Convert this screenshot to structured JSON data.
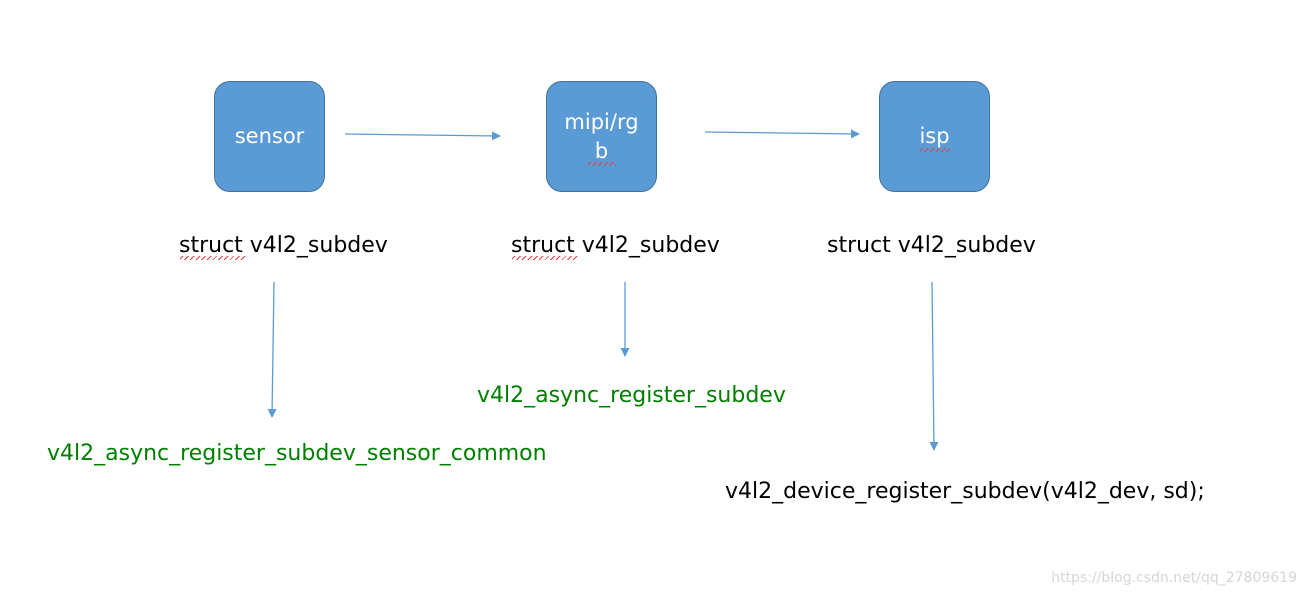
{
  "nodes": [
    {
      "id": "sensor",
      "label": "sensor"
    },
    {
      "id": "mipi",
      "label": "mipi/rgb"
    },
    {
      "id": "isp",
      "label": "isp"
    }
  ],
  "structs": [
    "struct v4l2_subdev",
    "struct v4l2_subdev",
    "struct v4l2_subdev"
  ],
  "calls": [
    "v4l2_async_register_subdev_sensor_common",
    "v4l2_async_register_subdev",
    "v4l2_device_register_subdev(v4l2_dev, sd);"
  ],
  "colors": {
    "node_fill": "#5b9bd5",
    "node_border": "#41719c",
    "arrow": "#5b9bd5",
    "async_call_text": "#008000",
    "device_call_text": "#000000"
  },
  "watermark": "https://blog.csdn.net/qq_27809619"
}
